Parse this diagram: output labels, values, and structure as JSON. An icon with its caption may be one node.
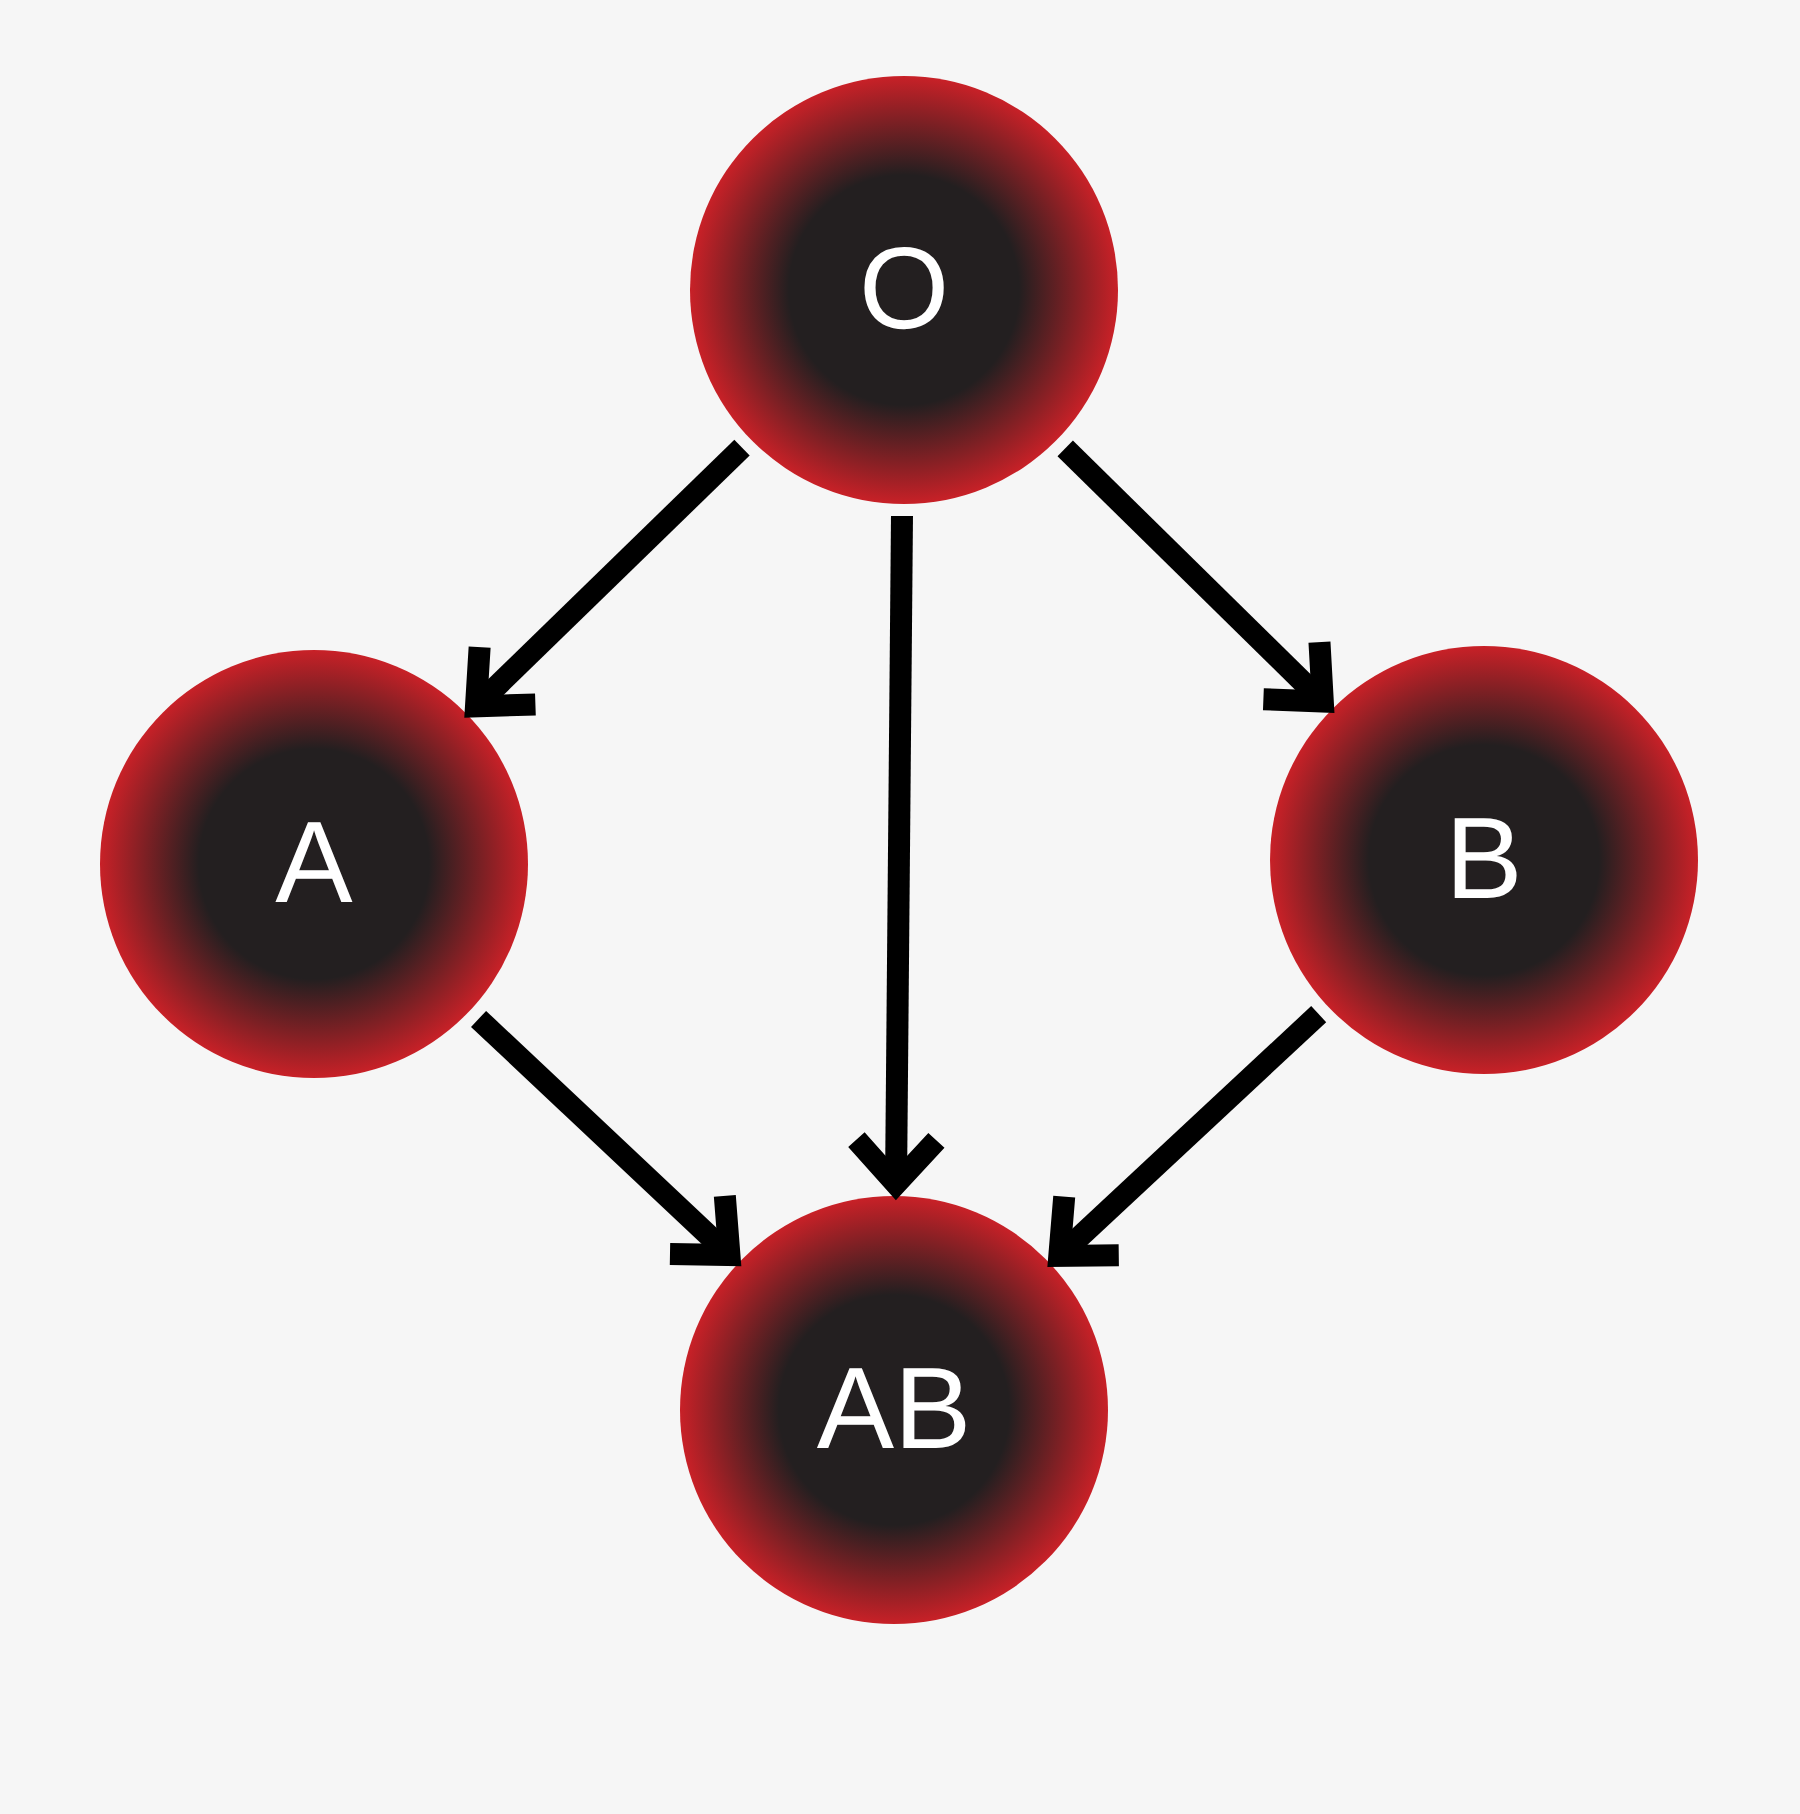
{
  "diagram": {
    "nodes": [
      {
        "text": [
          "O"
        ]
      },
      {
        "text": [
          "A"
        ]
      },
      {
        "text": [
          "B"
        ]
      },
      {
        "text": [
          "AB"
        ]
      }
    ],
    "edges": [
      {
        "from": 0,
        "to": 1,
        "arrow": "to"
      },
      {
        "from": 0,
        "to": 3,
        "arrow": "to"
      },
      {
        "from": 0,
        "to": 2,
        "arrow": "to"
      },
      {
        "from": 1,
        "to": 3,
        "arrow": "to"
      },
      {
        "from": 2,
        "to": 3,
        "arrow": "to"
      }
    ]
  }
}
